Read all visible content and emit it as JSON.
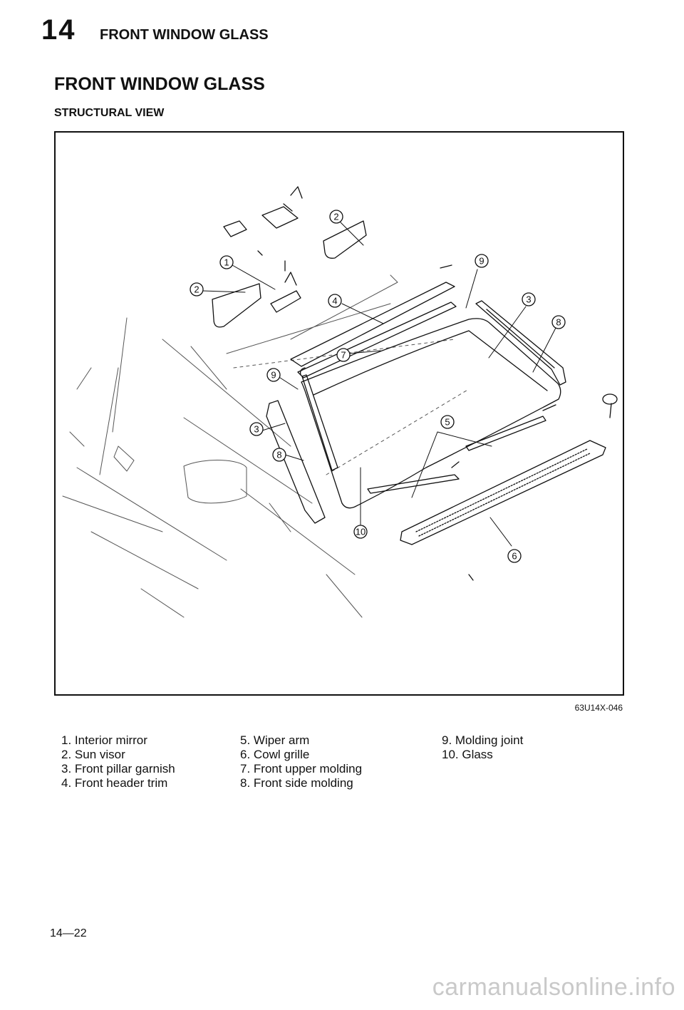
{
  "header": {
    "section_number": "14",
    "section_title": "FRONT WINDOW GLASS"
  },
  "page_title": "FRONT WINDOW GLASS",
  "sub_title": "STRUCTURAL VIEW",
  "figure": {
    "code": "63U14X-046",
    "callouts": [
      "1",
      "2",
      "2",
      "3",
      "3",
      "4",
      "5",
      "6",
      "7",
      "8",
      "8",
      "9",
      "9",
      "10"
    ]
  },
  "legend": {
    "col1": [
      "1. Interior mirror",
      "2. Sun visor",
      "3. Front pillar garnish",
      "4. Front header trim"
    ],
    "col2": [
      "5. Wiper arm",
      "6. Cowl grille",
      "7. Front upper molding",
      "8. Front side molding"
    ],
    "col3": [
      "9. Molding joint",
      "10. Glass"
    ]
  },
  "page_number": "14—22",
  "watermark": "carmanualsonline.info"
}
